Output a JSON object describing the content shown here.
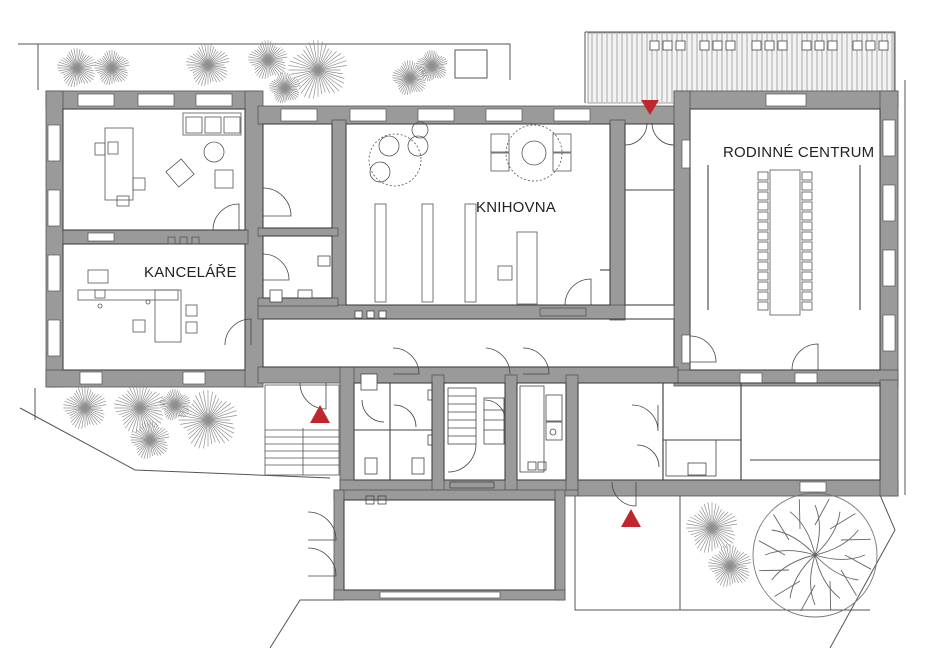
{
  "rooms": {
    "kancelare": "KANCELÁŘE",
    "knihovna": "KNIHOVNA",
    "rodinne_centrum": "RODINNÉ CENTRUM"
  },
  "colors": {
    "wall": "#9a9a9a",
    "wall_dark": "#8a8a8a",
    "line": "#444444",
    "entrance_marker": "#c0262d",
    "tree": "#8f8f8f"
  },
  "markers": [
    {
      "name": "entrance-marker-top",
      "icon": "triangle-down"
    },
    {
      "name": "entrance-marker-left",
      "icon": "triangle-up"
    },
    {
      "name": "entrance-marker-bottom",
      "icon": "triangle-up"
    }
  ]
}
